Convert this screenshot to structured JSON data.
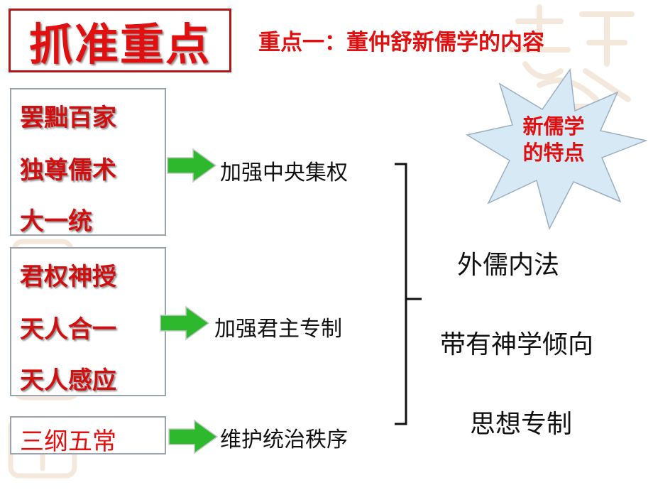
{
  "title": "抓准重点",
  "subtitle": "重点一：董仲舒新儒学的内容",
  "groups": [
    {
      "items": [
        "罢黜百家",
        "独尊儒术",
        "大一统"
      ],
      "purpose": "加强中央集权"
    },
    {
      "items": [
        "君权神授",
        "天人合一",
        "天人感应"
      ],
      "purpose": "加强君主专制"
    },
    {
      "items": [
        "三纲五常"
      ],
      "purpose": "维护统治秩序"
    }
  ],
  "star": {
    "line1": "新儒学",
    "line2": "的特点"
  },
  "features": [
    "外儒内法",
    "带有神学倾向",
    "思想专制"
  ],
  "colors": {
    "accent_red": "#e01010",
    "arrow_green": "#2db82d",
    "star_fill": "#d6e9f4",
    "box_border": "#9aa3ae"
  }
}
